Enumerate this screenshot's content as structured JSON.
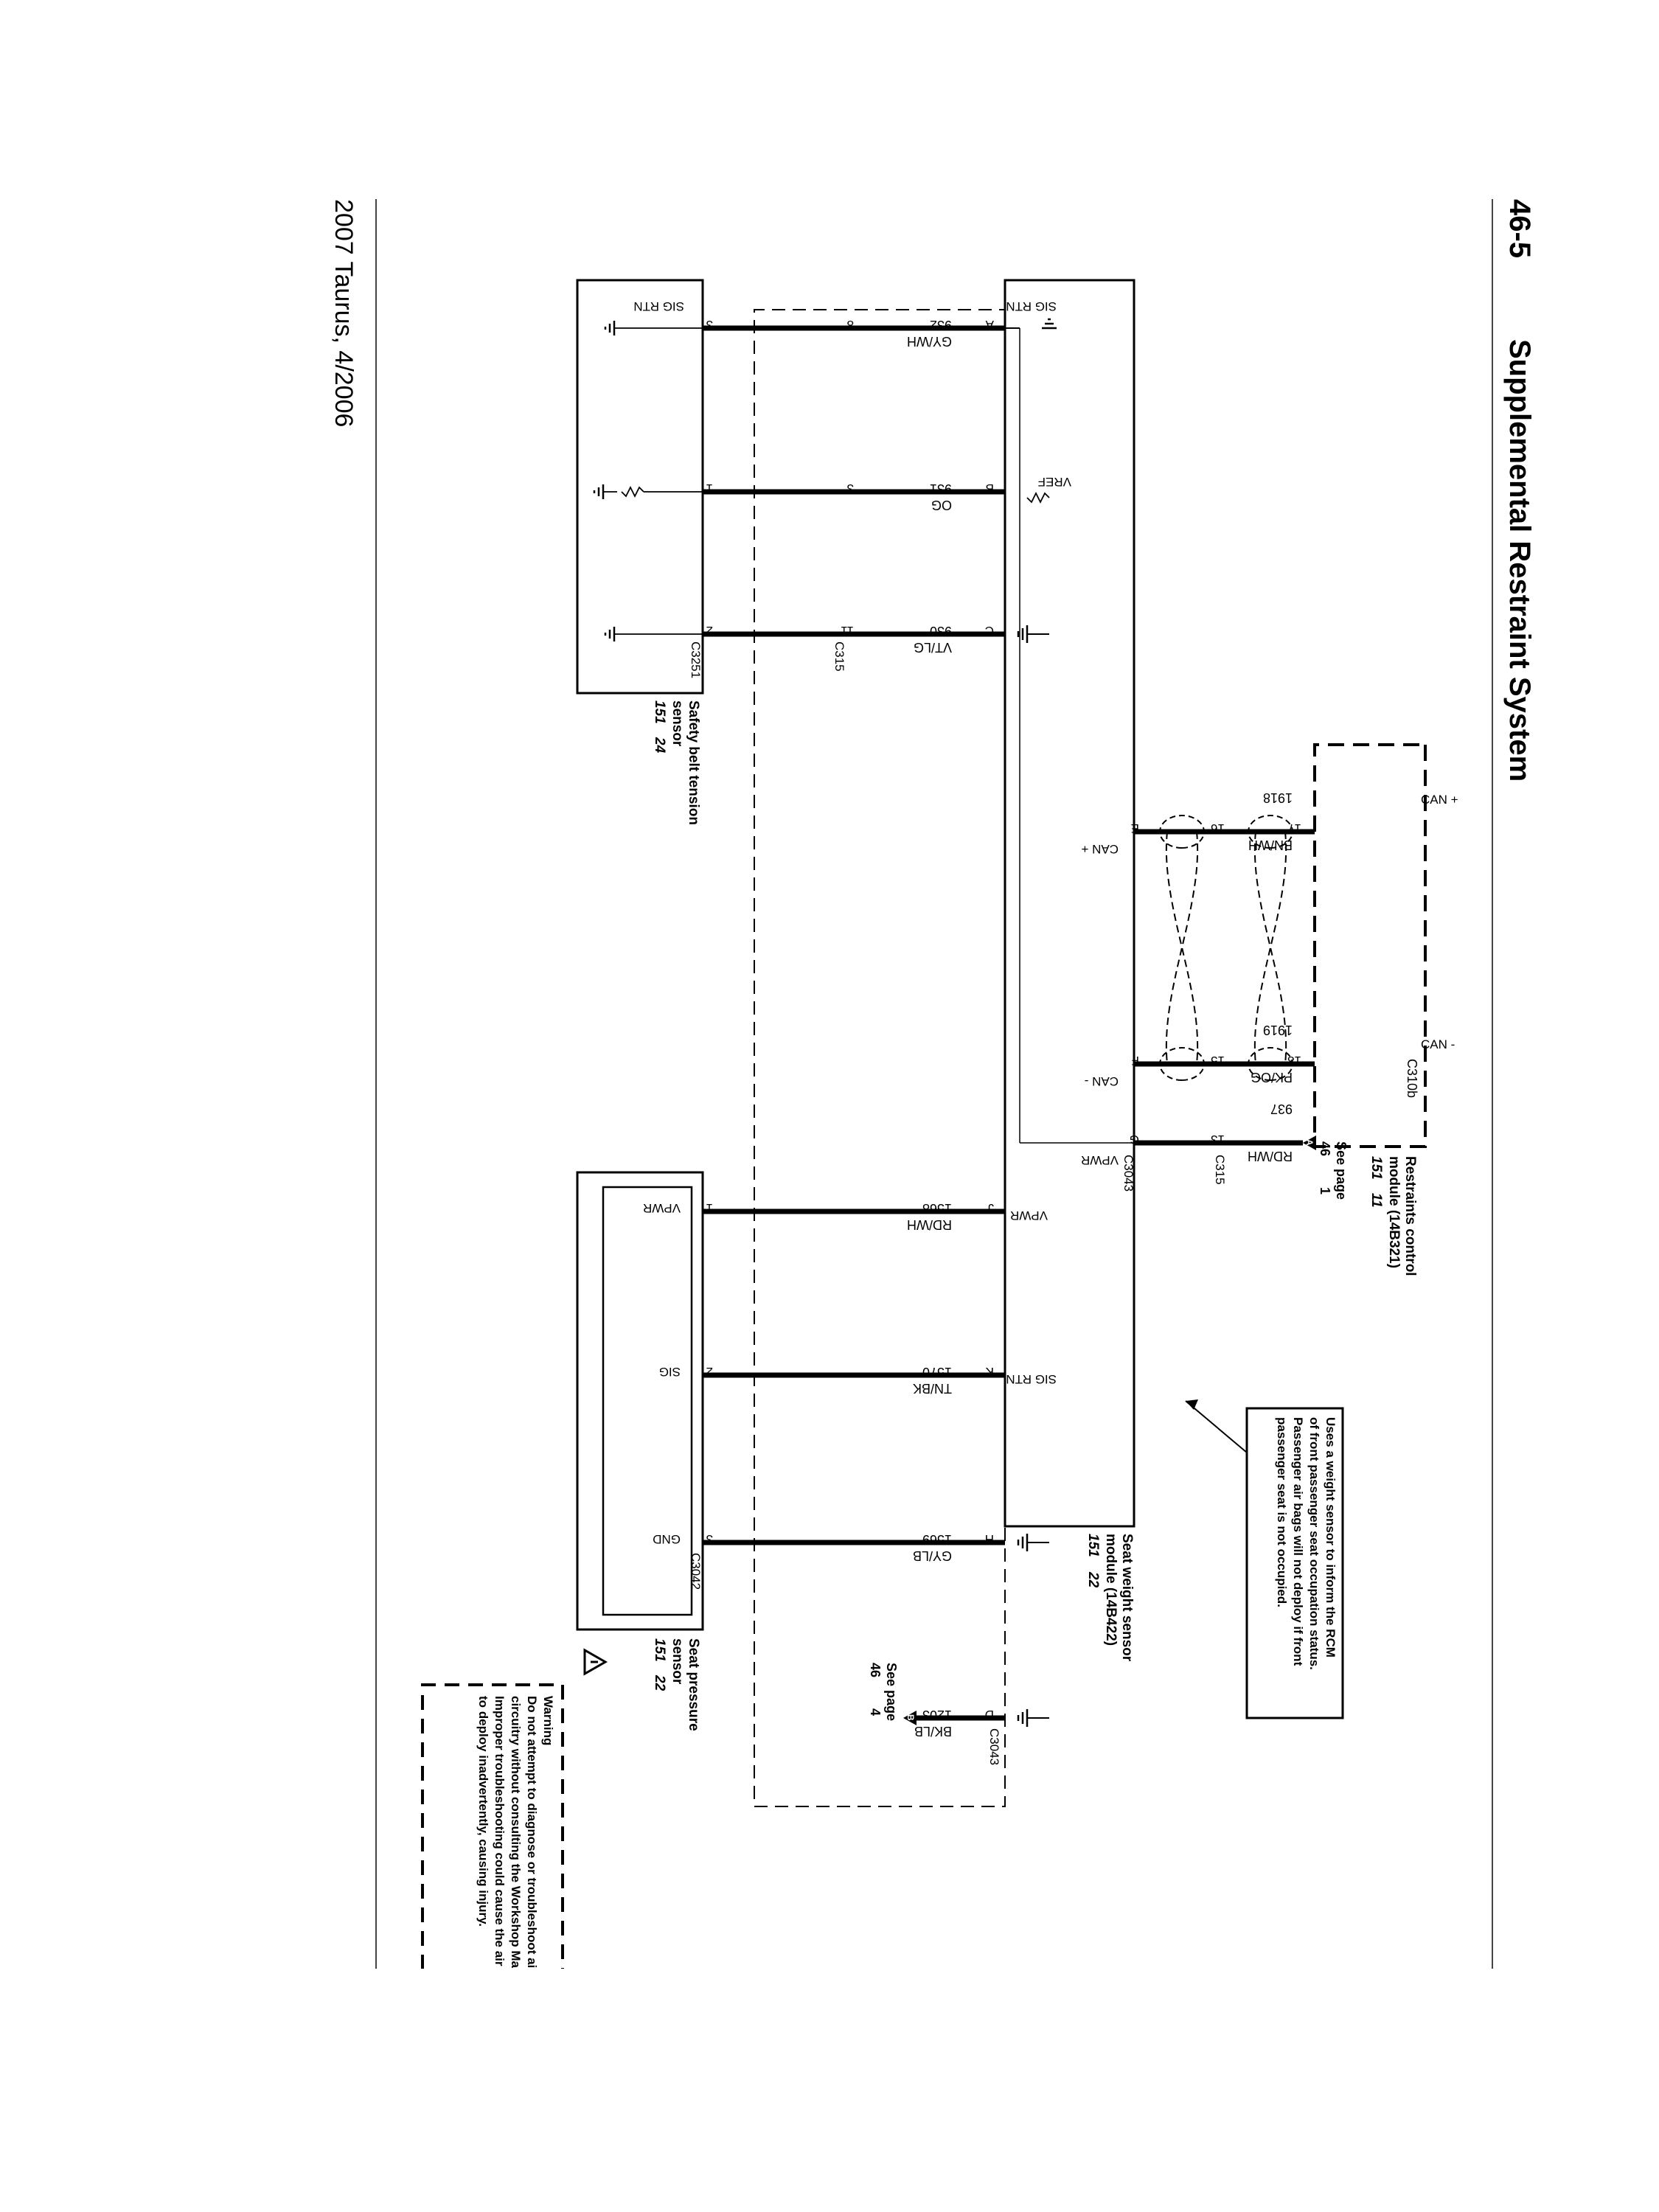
{
  "header": {
    "page_number": "46-5",
    "title": "Supplemental Restraint System"
  },
  "footer": {
    "text": "2007 Taurus, 4/2006"
  },
  "rcm": {
    "name_line1": "Restraints control",
    "name_line2": "module (14B321)",
    "ref_a": "151",
    "ref_b": "11",
    "connector": "C310b",
    "pins": [
      {
        "pin": "17",
        "label": "CAN +"
      },
      {
        "pin": "18",
        "label": "CAN -"
      }
    ]
  },
  "seat_weight_module": {
    "name_line1": "Seat weight sensor",
    "name_line2": "module (14B422)",
    "ref_a": "151",
    "ref_b": "22",
    "connector": "C3043",
    "pins": [
      {
        "pin": "A",
        "label": "SIG RTN"
      },
      {
        "pin": "B",
        "label": "VREF"
      },
      {
        "pin": "C",
        "label": ""
      },
      {
        "pin": "E",
        "label": "CAN +"
      },
      {
        "pin": "F",
        "label": "CAN -"
      },
      {
        "pin": "G",
        "label": "VPWR"
      },
      {
        "pin": "J",
        "label": "VPWR"
      },
      {
        "pin": "K",
        "label": "SIG RTN"
      },
      {
        "pin": "H",
        "label": ""
      },
      {
        "pin": "D",
        "label": ""
      }
    ]
  },
  "belt_sensor": {
    "name_line1": "Safety belt tension",
    "name_line2": "sensor",
    "ref_a": "151",
    "ref_b": "24",
    "connector": "C3251",
    "pins": [
      {
        "pin": "3",
        "label": "SIG RTN"
      },
      {
        "pin": "1",
        "label": ""
      },
      {
        "pin": "2",
        "label": ""
      }
    ]
  },
  "pressure_sensor": {
    "name_line1": "Seat pressure",
    "name_line2": "sensor",
    "ref_a": "151",
    "ref_b": "22",
    "connector": "C3042",
    "pins": [
      {
        "pin": "1",
        "label": "VPWR"
      },
      {
        "pin": "2",
        "label": "SIG"
      },
      {
        "pin": "3",
        "label": "GND"
      }
    ]
  },
  "inline_connector": {
    "name": "C315",
    "pins_rcm_side": [
      "17",
      "18"
    ],
    "pins_to_module": [
      "16",
      "15",
      "13"
    ],
    "pins_to_belt": [
      "8",
      "3",
      "11"
    ]
  },
  "wires": [
    {
      "circuit": "1918",
      "color": "BN/WH"
    },
    {
      "circuit": "1919",
      "color": "PK/OG"
    },
    {
      "circuit": "937",
      "color": "RD/WH"
    },
    {
      "circuit": "932",
      "color": "GY/WH"
    },
    {
      "circuit": "931",
      "color": "OG"
    },
    {
      "circuit": "930",
      "color": "VT/LG"
    },
    {
      "circuit": "1568",
      "color": "RD/WH"
    },
    {
      "circuit": "1570",
      "color": "TN/BK"
    },
    {
      "circuit": "1569",
      "color": "GY/LB"
    },
    {
      "circuit": "1203",
      "color": "BK/LB"
    }
  ],
  "page_refs": [
    {
      "marker": "A",
      "label": "See page",
      "page": "46",
      "sub": "1"
    },
    {
      "marker": "B",
      "label": "See page",
      "page": "46",
      "sub": "4"
    }
  ],
  "note": {
    "lines": [
      "Uses a weight sensor to inform the RCM",
      "of front passenger seat occupation status.",
      "Passenger air bags will not deploy if front",
      "passenger seat is not occupied."
    ]
  },
  "warning": {
    "title": "Warning",
    "lines": [
      "Do not attempt to diagnose or troubleshoot air bag",
      "circuitry without consulting the Workshop Manual.",
      "Improper troubleshooting could cause the air bags",
      "to deploy inadvertently, causing injury."
    ]
  }
}
